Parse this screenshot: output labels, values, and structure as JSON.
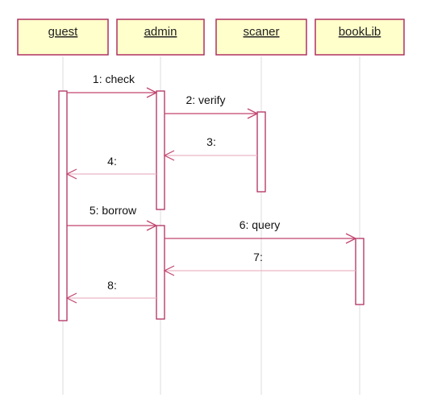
{
  "colors": {
    "object_fill": "#ffffcc",
    "object_stroke": "#b03060",
    "activation_stroke": "#b03060",
    "message_stroke": "#c2446e",
    "return_stroke": "#e9b7c6",
    "lifeline": "#dddddd"
  },
  "objects": [
    {
      "id": "guest",
      "name": "guest"
    },
    {
      "id": "admin",
      "name": "admin"
    },
    {
      "id": "scaner",
      "name": "scaner"
    },
    {
      "id": "bookLib",
      "name": "bookLib"
    }
  ],
  "messages": [
    {
      "id": "m1",
      "label": "1: check",
      "from": "guest",
      "to": "admin",
      "kind": "call"
    },
    {
      "id": "m2",
      "label": "2: verify",
      "from": "admin",
      "to": "scaner",
      "kind": "call"
    },
    {
      "id": "m3",
      "label": "3:",
      "from": "scaner",
      "to": "admin",
      "kind": "return"
    },
    {
      "id": "m4",
      "label": "4:",
      "from": "admin",
      "to": "guest",
      "kind": "return"
    },
    {
      "id": "m5",
      "label": "5: borrow",
      "from": "guest",
      "to": "admin",
      "kind": "call"
    },
    {
      "id": "m6",
      "label": "6: query",
      "from": "admin",
      "to": "bookLib",
      "kind": "call"
    },
    {
      "id": "m7",
      "label": "7:",
      "from": "bookLib",
      "to": "admin",
      "kind": "return"
    },
    {
      "id": "m8",
      "label": "8:",
      "from": "admin",
      "to": "guest",
      "kind": "return"
    }
  ]
}
